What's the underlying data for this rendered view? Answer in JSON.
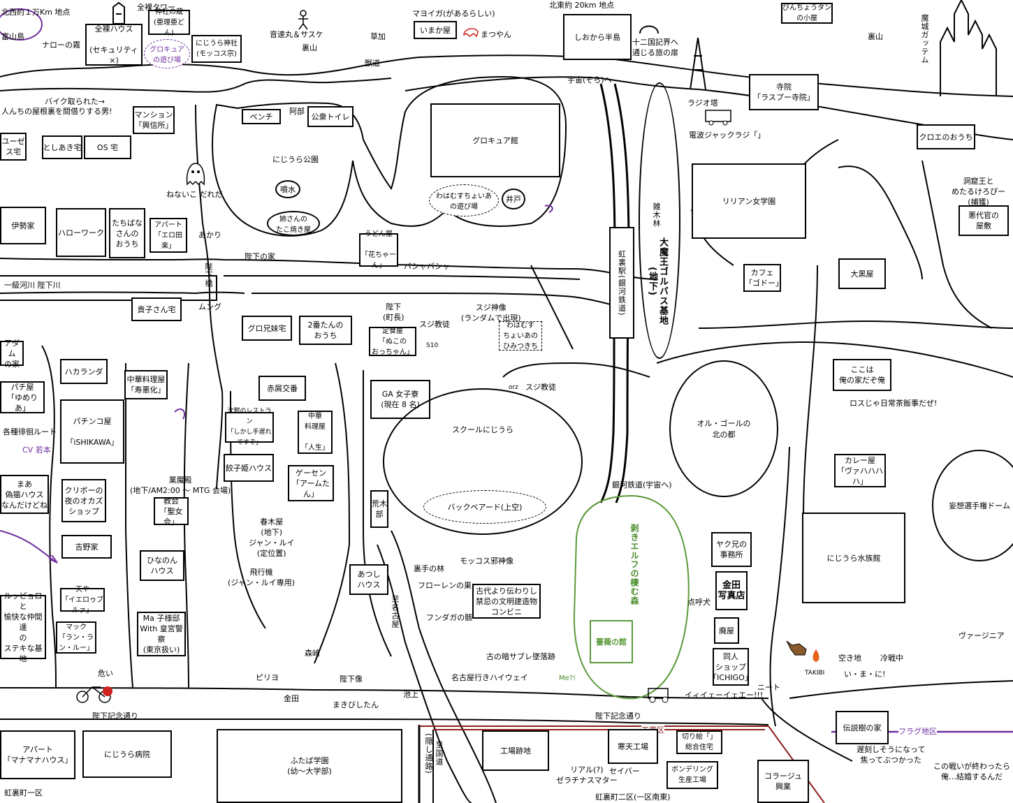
{
  "labels": {
    "north_west": "北西約１万Km 地点",
    "toyama": "富山島",
    "naro": "ナローの霧",
    "zenra_tower": "全裸タワー",
    "otokomaru": "音速丸＆サスケ",
    "urayama1": "裏山",
    "mayoiga": "マヨイガ(があるらしい)",
    "kusaka": "草加",
    "kemonomichi": "獣道",
    "matsuyan": "まつやん",
    "north_east": "北東約 20km 地点",
    "juuni": "十二国記界へ\n通じる旅の扉",
    "urayama2": "裏山",
    "makai": "魔城ガッテム",
    "sora": "宇宙(そら)へ",
    "radio": "ラジオ塔",
    "denpa": "電波ジャックラジ「」",
    "bike": "バイク取られた→",
    "hitonochi": "人んちの屋根裏を間借りする男!",
    "nijiura_park": "にじうら公園",
    "abe": "阿部",
    "nenaiko": "ねないこ だれだ",
    "akari": "あかり",
    "heika_ie": "陛下の家",
    "heika_bashi": "陛下橋",
    "mung": "ムング",
    "river": "一級河川 陛下川",
    "bashi": "バシャバシャ",
    "heika_chocho": "陛下\n(町長)",
    "suji_kyoto": "スジ教徒",
    "suji_shinzo": "スジ神像\n(ランダムで出現)",
    "s10": "S10",
    "zokirin": "雑木林",
    "kouraeki": "虹裏駅(銀河鉄道)",
    "majou_base": "大魔王ゴルバス基地\n(地下)",
    "gingatetsudo": "銀河鉄道(宇宙へ)",
    "ros": "ロスじゃ日常茶飯事だぜ!",
    "suji_kyoto2": "スジ教徒",
    "orz": "orz",
    "kakuri_route": "各種徘徊ルート",
    "cv": "CV 若本",
    "gyomaden": "業魔殿\n(地下/AM2:00 ～ MTG 会場)",
    "harukiya": "春木屋\n(地下)\nジャン・ルイ\n(定位置)",
    "hikoki": "飛行機\n(ジャン・ルイ専用)",
    "uranomori": "裏手の林",
    "florene": "フローレンの巣",
    "mokkosu_shinzo": "モッコス邪神像",
    "fundaga": "フンダガの骸",
    "tombadai": "古の暗サブレ墜落跡",
    "mori": "剥きエルフの棲む森",
    "me": "Me?!",
    "tenkoken": "点呼犬",
    "kiken": "危い",
    "pirio": "ピリヨ",
    "morisaki": "森崎",
    "ikeda": "金田",
    "heika_zo": "陛下像",
    "makibi": "まきびしたん",
    "ikegami": "池上",
    "nagoya": "名古屋行きハイウェイ",
    "shinagoya": "至名古屋",
    "kinenchu1": "陛下記念通り",
    "kinenchu2": "陛下記念通り",
    "ieee": "イィイェーイェエー!!!",
    "neet": "ニート",
    "takibi": "TAKIBI",
    "akichi": "空き地",
    "reiboku": "冷戦中",
    "imani": "い・ま・に!",
    "virginia": "ヴァージニア",
    "flag": "フラグ地区",
    "kogyo": "工業区",
    "chikoku": "遅刻しそうになって\n焦ってぶつかった",
    "kekkon": "この戦いが終わったら\n俺…結婚するんだ",
    "riaru": "リアル(?)\nゼラチナスマター",
    "seiba": "セイバー",
    "ichiku": "虹裏町一区",
    "niku": "虹裏町二区(一区南東)",
    "kokudo": "至国道\n(隠し通路)",
    "dokutsu": "洞窟王と\nめたるけろぴー\n(捕獲)"
  },
  "boxes": {
    "zenra_house": "全裸ハウス\n\n(セキュリティ×)",
    "jinja_kura": "神社の蔵\n(亜理亜どん)",
    "nijiura_jinja": "にじうら神社\n(モッコス宗)",
    "imakaya": "いまか屋",
    "shiokara": "しおから半島",
    "pinchotan": "ぴんちょうタン\nの小屋",
    "jiin": "寺院\n「ラスプー寺院」",
    "kuroe": "クロエのおうち",
    "bench": "ベンチ",
    "toilet": "公衆トイレ",
    "mansion": "マンション\n「興信所」",
    "toshiaki": "としあき宅",
    "os": "OS 宅",
    "userse": "ユーゼ\nス宅",
    "glocure": "グロキュア館",
    "lilian": "リリアン女学園",
    "akudai": "悪代官の\n屋敷",
    "ise": "伊勢家",
    "hellowork": "ハローワーク",
    "tachibana": "たちばな\nさんの\nおうち",
    "apart_erota": "アパート\n「エロ田楽」",
    "udon": "うどん屋\n\n「花ちゃーん」",
    "cafe": "カフェ\n「ゴドー」",
    "daikoku": "大黒屋",
    "kiko": "貴子さん宅",
    "gurokyo": "グロ兄妹宅",
    "nibantan": "2番たんの\nおうち",
    "teishoku": "定食屋\n「ぬこの\nおっちゃん」",
    "waha_himitsu": "わはむす\nちょいあの\nひみつきち",
    "adam": "アダム\nの家",
    "hakaranda": "ハカランダ",
    "chuka1": "中華料理屋\n「寿悪化」",
    "akabane": "赤屑交番",
    "kokoha": "ここは\n俺の家だぞ俺",
    "pachi": "パチ屋\n「ゆめりあ」",
    "pachinko": "パチンコ屋\n\n「iSHIKAWA」",
    "chinmoku": "沈黙のレストラン\n「しかし手遅れですぞ」",
    "chuka2": "中華\n料理屋\n\n「人生」",
    "ga_ryo": "GA 女子寮\n(現在 8 名)",
    "gyoza": "餃子姫ハウス",
    "gesen": "ゲーセン\n「アームたん」",
    "karei": "カレー屋\n「ヴァハハハハ」",
    "maa": "まあ\n偽猫ハウス\nなんだけどね",
    "kuribo": "クリボーの\n夜のオカズ\nショップ",
    "kyokai": "教会\n「聖女会」",
    "araki": "荒木\n部",
    "nijiura_aqua": "にじうら水族館",
    "yoshino": "吉野家",
    "hinanon": "ひなのん\nハウス",
    "yaku": "ヤク兄の\n事務所",
    "kanada": "金田\n写真店",
    "atsushi": "あつし\nハウス",
    "kodai": "古代より伝わりし\n禁忌の文明建造物\nコンビニ",
    "tenya": "天や\n「イエロゥブルァ」",
    "ruppo": "ルッピョロと\n愉快な仲間達\nの\nステキな基地",
    "mac": "マック\n「ラン・ラン・ルー」",
    "ma_ko": "Ma 子様邸\nWith 皇宮警察\n(東京扱い)",
    "bara": "薔薇の館",
    "haiya": "廃屋",
    "dojin": "同人\nショップ\n「ICHIGO」",
    "densetsu": "伝説樹の家",
    "apart_mana": "アパート\n「マナマナハウス」",
    "byoin": "にじうら病院",
    "futaba": "ふたば学園\n(幼～大学部)",
    "kojo": "工場跡地",
    "kanten": "寒天工場",
    "kirie": "切り絵「」\n総合住宅",
    "pon": "ボンデリング\n生産工場",
    "collage": "コラージュ\n興業"
  },
  "ellipses": {
    "glocure_play": "グロキュア\nの遊び場",
    "funsui": "噴水",
    "takoyaki": "姉さんの\nたこ焼き屋",
    "wahamusu": "わはむすちょいあ\nの遊び場",
    "ido": "井戸",
    "school": "スクールにじうら",
    "backbeard": "バックベアード(上空)",
    "oru": "オル・ゴールの\n北の都",
    "mousou": "妄想選手権ドーム"
  }
}
